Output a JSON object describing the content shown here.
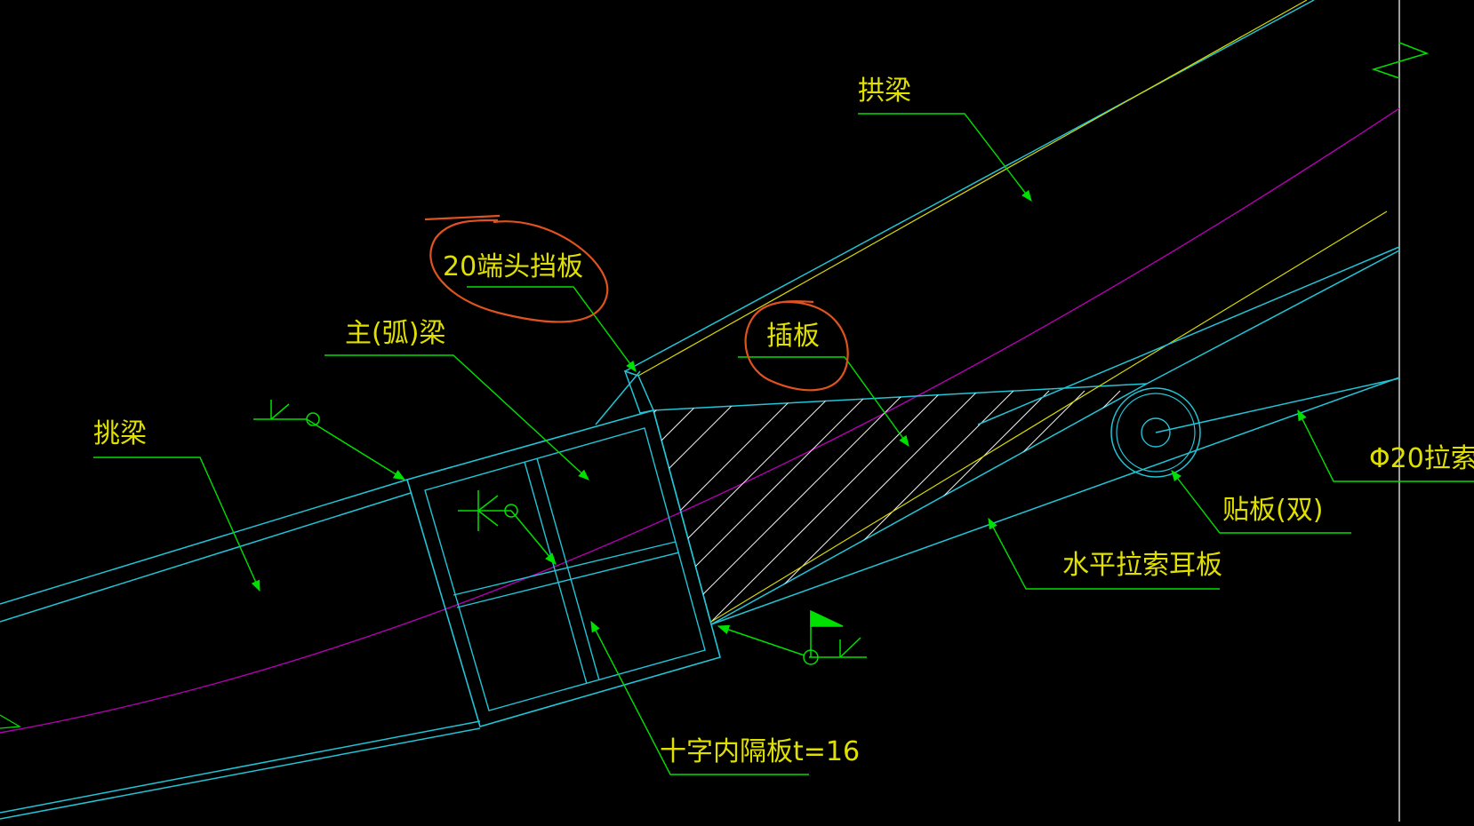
{
  "labels": {
    "gongliang": "拱梁",
    "duantou": "20端头挡板",
    "chaban": "插板",
    "zhuliang": "主(弧)梁",
    "tiaoliang": "挑梁",
    "lasuo": "Φ20拉索",
    "tieban": "贴板(双)",
    "erban": "水平拉索耳板",
    "gebans": "十字内隔板t=16"
  },
  "colors": {
    "background": "#000000",
    "structure": "#22C4D6",
    "leader": "#00E000",
    "label": "#E0E000",
    "centerline": "#B000B0",
    "yellowline": "#D8D800",
    "hatch": "#F2F2F2",
    "highlight": "#E0531E",
    "weld": "#00E000"
  }
}
